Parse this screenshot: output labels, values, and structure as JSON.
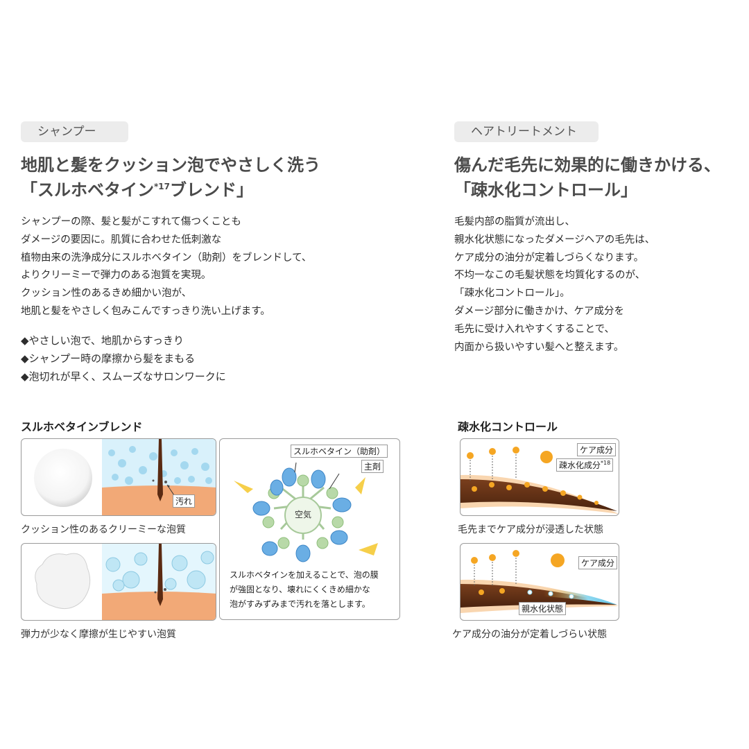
{
  "left": {
    "tag": "シャンプー",
    "heading": {
      "line1": "地肌と髪をクッション泡でやさしく洗う",
      "line2_pre": "「スルホベタイン",
      "line2_sup": "*17",
      "line2_post": "ブレンド」"
    },
    "body": [
      "シャンプーの際、髪と髪がこすれて傷つくことも",
      "ダメージの要因に。肌質に合わせた低刺激な",
      "植物由来の洗浄成分にスルホベタイン（助剤）をブレンドして、",
      "よりクリーミーで弾力のある泡質を実現。",
      "クッション性のあるきめ細かい泡が、",
      "地肌と髪をやさしく包みこんですっきり洗い上げます。"
    ],
    "bullets": [
      "◆やさしい泡で、地肌からすっきり",
      "◆シャンプー時の摩擦から髪をまもる",
      "◆泡切れが早く、スムーズなサロンワークに"
    ],
    "diagram": {
      "title": "スルホベタインブレンド",
      "dirt_label": "汚れ",
      "caption_top": "クッション性のあるクリーミーな泡質",
      "caption_bottom": "弾力が少なく摩擦が生じやすい泡質",
      "label_sulfo": "スルホベタイン（助剤）",
      "label_main": "主剤",
      "label_air": "空気",
      "explain": [
        "スルホベタインを加えることで、泡の膜",
        "が強固となり、壊れにくくきめ細かな",
        "泡がすみずみまで汚れを落とします。"
      ]
    }
  },
  "right": {
    "tag": "ヘアトリートメント",
    "heading": {
      "line1": "傷んだ毛先に効果的に働きかける、",
      "line2": "「疎水化コントロール」"
    },
    "body": [
      "毛髪内部の脂質が流出し、",
      "親水化状態になったダメージヘアの毛先は、",
      "ケア成分の油分が定着しづらくなります。",
      "不均一なこの毛髪状態を均質化するのが、",
      "「疎水化コントロール」。",
      "ダメージ部分に働きかけ、ケア成分を",
      "毛先に受け入れやすくすることで、",
      "内面から扱いやすい髪へと整えます。"
    ],
    "diagram": {
      "title": "疎水化コントロール",
      "care_label": "ケア成分",
      "hydrophobic_label": "疎水化成分",
      "hydrophobic_sup": "*18",
      "caption_top": "毛先までケア成分が浸透した状態",
      "care_label2": "ケア成分",
      "hydrophilic_label": "親水化状態",
      "caption_bottom": "ケア成分の油分が定着しづらい状態"
    }
  },
  "colors": {
    "skin": "#f2a977",
    "bubble": "#bfe6f5",
    "hair": "#5a2a12",
    "care": "#f5a623",
    "hydrophilic": "#8fd8f0"
  }
}
